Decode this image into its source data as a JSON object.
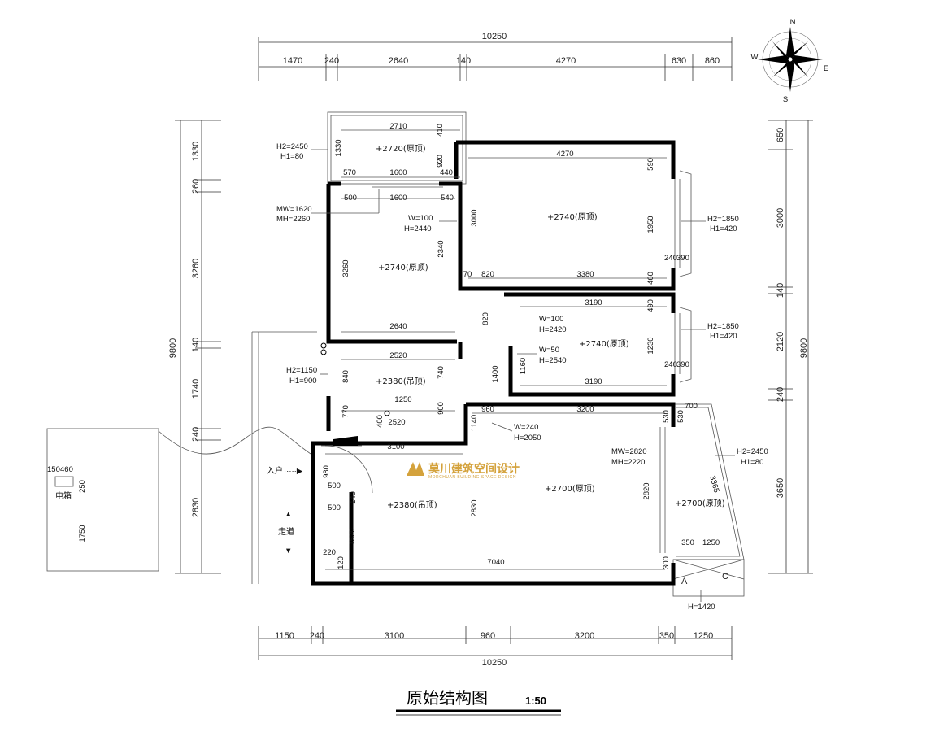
{
  "title": {
    "text": "原始结构图",
    "scale": "1:50"
  },
  "compass": {
    "n": "N",
    "s": "S",
    "e": "E",
    "w": "W"
  },
  "watermark": {
    "cn": "莫川建筑空间设计",
    "en": "MORCHUAN BUILDING SPACE DESIGN",
    "color": "#d4a23c"
  },
  "dims": {
    "top_total": "10250",
    "top_segments": [
      "1470",
      "240",
      "2640",
      "140",
      "4270",
      "630",
      "860"
    ],
    "bottom_total": "10250",
    "bottom_segments": [
      "1150",
      "240",
      "3100",
      "960",
      "3200",
      "350",
      "1250"
    ],
    "left_total": "9800",
    "left_segments": [
      "1330",
      "260",
      "3260",
      "140",
      "1740",
      "240",
      "2830"
    ],
    "right_total": "9800",
    "right_segments": [
      "650",
      "3000",
      "140",
      "2120",
      "240",
      "3650"
    ]
  },
  "rooms": {
    "balcony_top": {
      "level": "+2720(原顶)",
      "w1": "2710",
      "w2": "1600",
      "d1": "1330",
      "d2": "410",
      "d3": "920",
      "left": "570",
      "right": "440"
    },
    "bedroom_nw": {
      "level": "+2740(原顶)",
      "w_top": "1600",
      "w_bottom": "2640",
      "d": "3260",
      "d2": "2340",
      "left": "500",
      "right": "540"
    },
    "bedroom_ne": {
      "level": "+2740(原顶)",
      "w": "4270",
      "w_bottom": "3380",
      "d": "3000",
      "d2": "1950",
      "d3": "590",
      "d4": "460",
      "left": "820",
      "left2": "70"
    },
    "bedroom_e": {
      "level": "+2740(原顶)",
      "w": "3190",
      "w_bottom": "3190",
      "d": "1230",
      "d2": "490",
      "d3": "1160",
      "d4": "1400",
      "left": "820"
    },
    "bath": {
      "level": "+2380(吊顶)",
      "w": "2520",
      "w_bottom": "2520",
      "d": "840",
      "d2": "740",
      "d3": "770",
      "d4": "400",
      "d5": "900",
      "pipe": "1250"
    },
    "living": {
      "level": "+2700(原顶)",
      "w": "3200",
      "w_bottom": "7040",
      "d": "2820",
      "d2": "2830",
      "d3": "530",
      "d4": "300",
      "gap": "960",
      "gap2": "1140"
    },
    "kitchen": {
      "level": "+2380(吊顶)",
      "w": "3100",
      "w2": "500",
      "w3": "500",
      "d": "1520",
      "d2": "980",
      "d3": "140",
      "d4": "220",
      "d5": "120"
    },
    "balcony_se": {
      "level": "+2700(原顶)",
      "w": "700",
      "w_bottom": "1250",
      "d": "530",
      "d2": "350",
      "diag": "3365"
    }
  },
  "annotations": {
    "win_balcony": [
      "H2=2450",
      "H1=80"
    ],
    "door_nw": [
      "MW=1620",
      "MH=2260"
    ],
    "door_nw2": [
      "W=100",
      "H=2440"
    ],
    "win_ne": [
      "H2=1850",
      "H1=420"
    ],
    "door_e1": [
      "W=100",
      "H=2420"
    ],
    "door_e2": [
      "W=50",
      "H=2540"
    ],
    "win_e": [
      "H2=1850",
      "H1=420"
    ],
    "win_bath": [
      "H2=1150",
      "H1=900"
    ],
    "door_living": [
      "W=240",
      "H=2050"
    ],
    "door_se": [
      "MW=2820",
      "MH=2220"
    ],
    "win_se": [
      "H2=2450",
      "H1=80"
    ],
    "win_ac": [
      "H=1420"
    ],
    "ne_sill": [
      "240",
      "390"
    ],
    "e_sill": [
      "240",
      "390"
    ]
  },
  "labels": {
    "entrance": "入户",
    "corridor": "走道",
    "meter_box": "电箱",
    "meter_w": "150",
    "meter_w2": "460",
    "meter_h": "250",
    "meter_h2": "1750",
    "mark_a": "A",
    "mark_c": "C"
  }
}
